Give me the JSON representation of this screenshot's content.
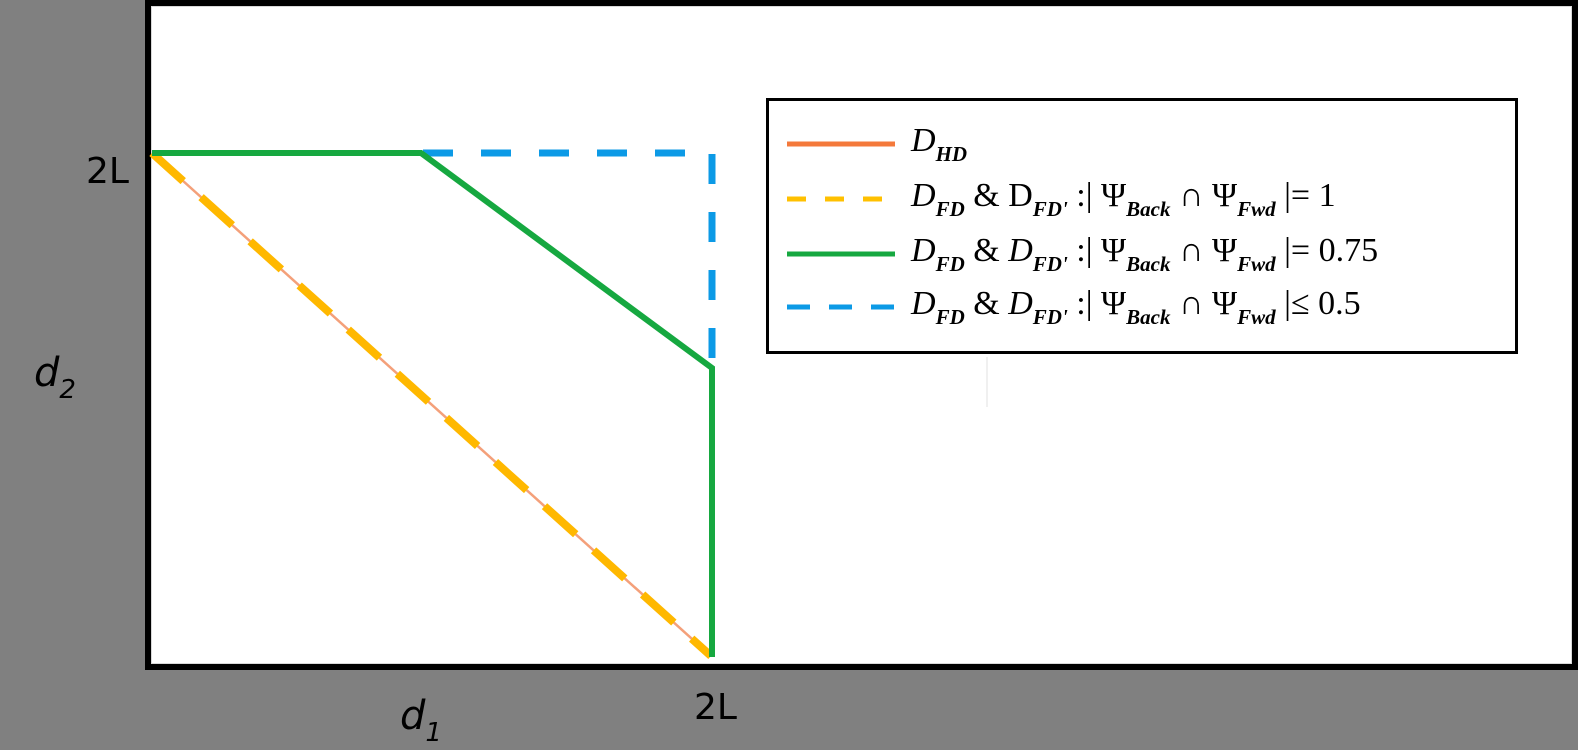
{
  "chart_data": {
    "type": "line",
    "title": "",
    "xlabel": "d1",
    "ylabel": "d2",
    "xlabel_main": "d",
    "xlabel_sub": "1",
    "ylabel_main": "d",
    "ylabel_sub": "2",
    "x_ticks": [
      "2L"
    ],
    "y_ticks": [
      "2L"
    ],
    "xlim": [
      0,
      5.07
    ],
    "ylim": [
      0,
      2.6
    ],
    "grid": false,
    "legend_position": "upper right (inside)",
    "series": [
      {
        "name": "D_HD",
        "style": "solid",
        "color": "#f4793b",
        "points": [
          [
            0,
            2
          ],
          [
            2,
            0
          ]
        ]
      },
      {
        "name": "D_FD & D_FD' : |Ψ_Back ∩ Ψ_Fwd| = 1",
        "style": "dashed",
        "color": "#ffc000",
        "points": [
          [
            0,
            2
          ],
          [
            2,
            0
          ]
        ]
      },
      {
        "name": "D_FD & D_FD' : |Ψ_Back ∩ Ψ_Fwd| = 0.75",
        "style": "solid",
        "color": "#16a840",
        "points": [
          [
            0,
            2
          ],
          [
            0.97,
            2
          ],
          [
            2,
            1.14
          ],
          [
            2,
            0
          ]
        ]
      },
      {
        "name": "D_FD & D_FD' : |Ψ_Back ∩ Ψ_Fwd| ≤ 0.5",
        "style": "dashed",
        "color": "#0c9ae6",
        "points": [
          [
            0,
            2
          ],
          [
            2,
            2
          ],
          [
            2,
            1.14
          ]
        ]
      }
    ]
  },
  "axes": {
    "x_tick_label": "2L",
    "y_tick_label": "2L",
    "x_label_main": "d",
    "x_label_sub": "1",
    "y_label_main": "d",
    "y_label_sub": "2"
  },
  "legend": {
    "items": [
      {
        "color": "#f4793b",
        "style": "solid",
        "main": "D",
        "sub": "HD",
        "amp": "",
        "main2": "",
        "sub2": "",
        "cond": ""
      },
      {
        "color": "#ffc000",
        "style": "dashed",
        "main": "D",
        "sub": "FD",
        "amp": " & ",
        "main2": "D",
        "sub2": "FD'",
        "cond_prefix": " :| Ψ",
        "cond_sub1": "Back",
        "cond_mid": " ∩ Ψ",
        "cond_sub2": "Fwd",
        "cond_suffix": " |= 1"
      },
      {
        "color": "#16a840",
        "style": "solid",
        "main": "D",
        "sub": "FD",
        "amp": " & ",
        "main2": "D",
        "sub2": "FD'",
        "cond_prefix": " :| Ψ",
        "cond_sub1": "Back",
        "cond_mid": " ∩ Ψ",
        "cond_sub2": "Fwd",
        "cond_suffix": " |= 0.75"
      },
      {
        "color": "#0c9ae6",
        "style": "dashed",
        "main": "D",
        "sub": "FD",
        "amp": " & ",
        "main2": "D",
        "sub2": "FD'",
        "cond_prefix": " :| Ψ",
        "cond_sub1": "Back",
        "cond_mid": " ∩ Ψ",
        "cond_sub2": "Fwd",
        "cond_suffix": " |≤ 0.5"
      }
    ]
  },
  "colors": {
    "background": "#808080",
    "plot_bg": "#ffffff",
    "frame": "#000000",
    "orange": "#f4793b",
    "yellow": "#ffc000",
    "green": "#16a840",
    "blue": "#0c9ae6"
  }
}
